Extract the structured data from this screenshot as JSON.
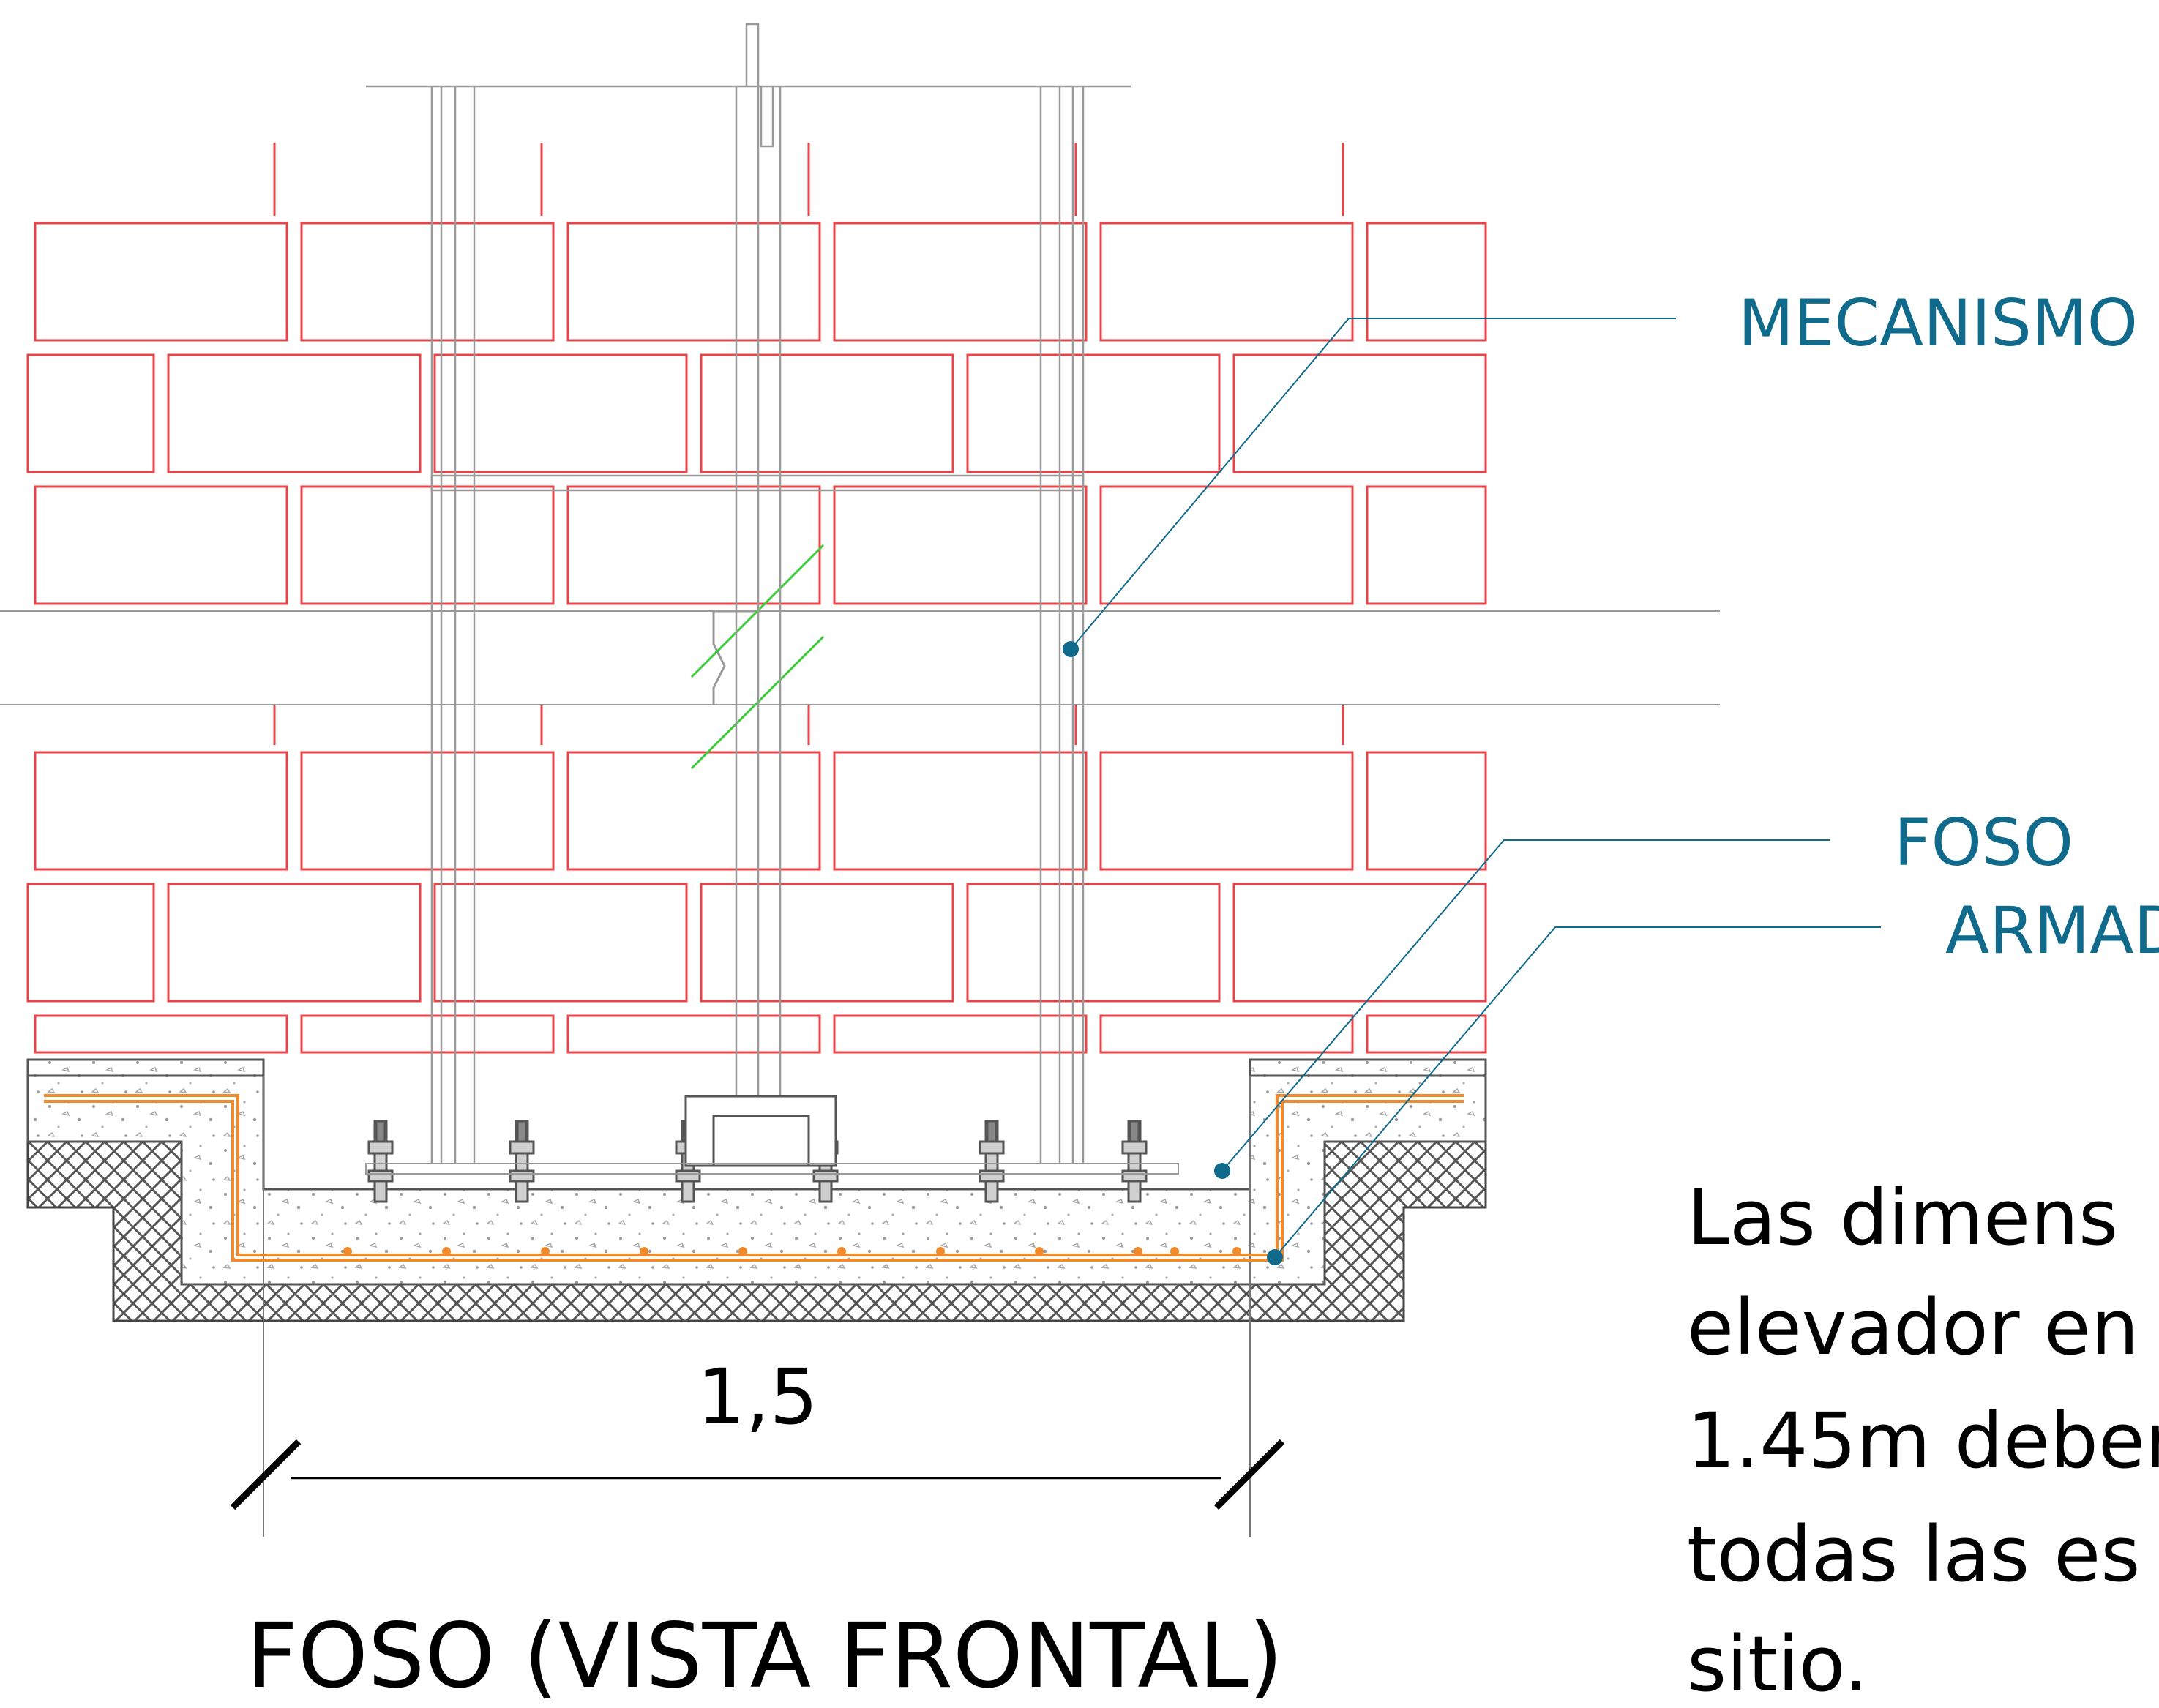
{
  "labels": {
    "mecanismo": "MECANISMO",
    "foso": "FOSO",
    "armado": "ARMAD"
  },
  "dimension": "1,5",
  "title": "FOSO (VISTA FRONTAL)",
  "note_lines": [
    "Las dimens",
    "elevador en",
    "1.45m deber",
    "todas las es",
    "sitio."
  ],
  "colors": {
    "brick": "#e8454a",
    "callout": "#0f6a8c",
    "rebar": "#f08a2c",
    "structure": "#9a9a9a",
    "break_mark": "#3ccc3c",
    "text": "#000000"
  },
  "icons": [
    "break-line-icon",
    "dimension-tick-icon",
    "anchor-bolt-icon",
    "callout-dot-icon"
  ]
}
